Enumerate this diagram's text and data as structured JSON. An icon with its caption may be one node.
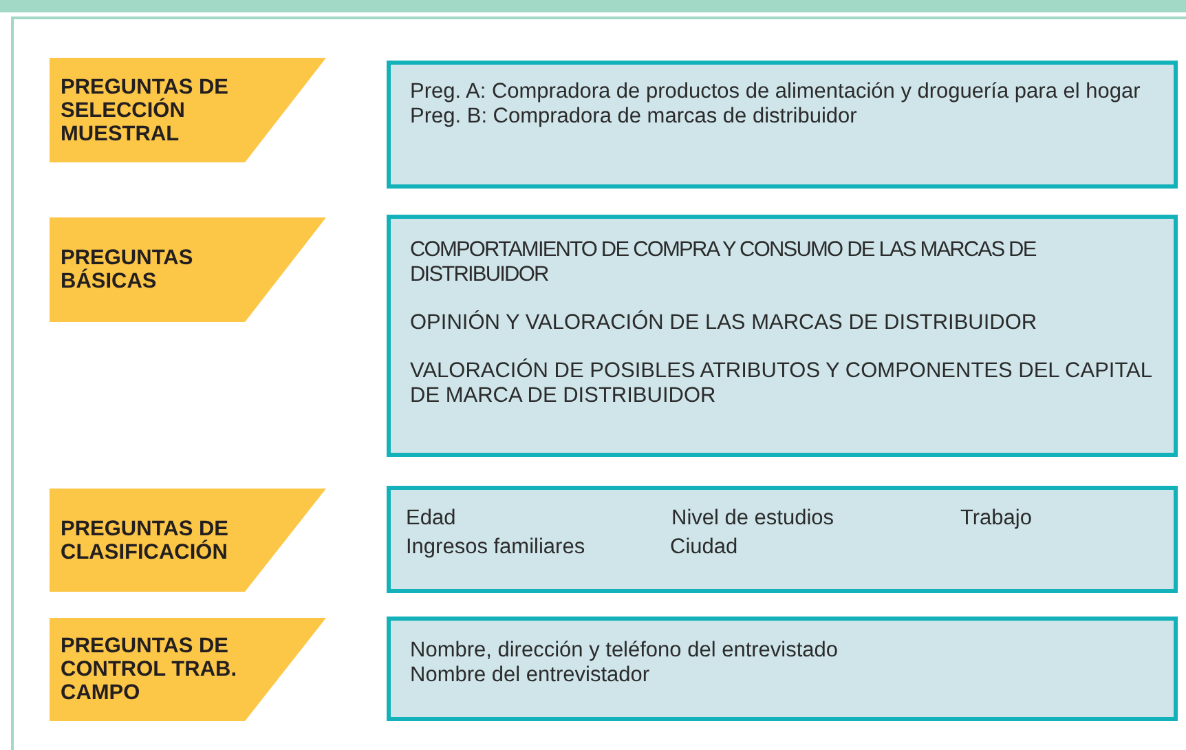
{
  "diagram": {
    "nodes": [
      {
        "text": [
          "PREGUNTAS DE SELECCIÓN MUESTRAL"
        ]
      },
      {
        "text": [
          "Preg. A: Compradora de productos de alimentación y droguería para el hogar",
          "Preg. B: Compradora de marcas de distribuidor"
        ]
      },
      {
        "text": [
          "PREGUNTAS BÁSICAS"
        ]
      },
      {
        "text": [
          "COMPORTAMIENTO DE COMPRA Y CONSUMO DE LAS MARCAS DE DISTRIBUIDOR",
          "OPINIÓN Y VALORACIÓN DE LAS MARCAS DE DISTRIBUIDOR",
          "VALORACIÓN DE POSIBLES ATRIBUTOS Y COMPONENTES DEL CAPITAL DE MARCA DE DISTRIBUIDOR"
        ]
      },
      {
        "text": [
          "PREGUNTAS DE CLASIFICACIÓN"
        ]
      },
      {
        "text": [
          "Edad",
          "Nivel de estudios",
          "Trabajo",
          "Ingresos familiares",
          "Ciudad"
        ]
      },
      {
        "text": [
          "PREGUNTAS DE CONTROL TRAB. CAMPO"
        ]
      },
      {
        "text": [
          "Nombre, dirección y teléfono del entrevistado",
          "Nombre del entrevistador"
        ]
      }
    ]
  }
}
